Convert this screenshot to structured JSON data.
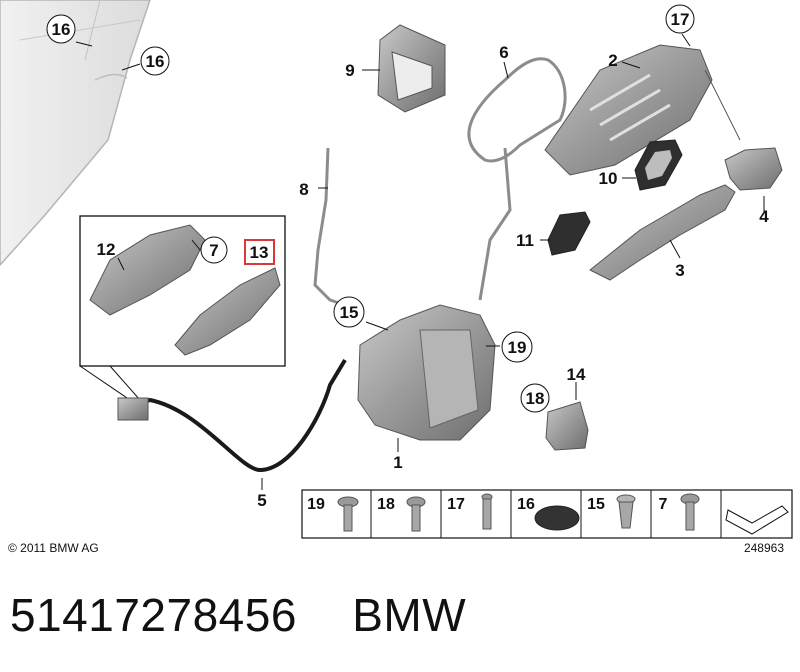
{
  "diagram": {
    "callouts": {
      "c16a": "16",
      "c16b": "16",
      "c9": "9",
      "c6": "6",
      "c17": "17",
      "c2": "2",
      "c8": "8",
      "c10": "10",
      "c4": "4",
      "c11": "11",
      "c3": "3",
      "c12": "12",
      "c7": "7",
      "c13": "13",
      "c15": "15",
      "c19": "19",
      "c14": "14",
      "c18": "18",
      "c1": "1",
      "c5": "5"
    },
    "strip": [
      "19",
      "18",
      "17",
      "16",
      "15",
      "7"
    ],
    "copyright": "© 2011 BMW AG",
    "diagram_id": "248963",
    "highlight_color": "#d83a3a"
  },
  "part": {
    "number": "51417278456",
    "brand": "BMW"
  }
}
